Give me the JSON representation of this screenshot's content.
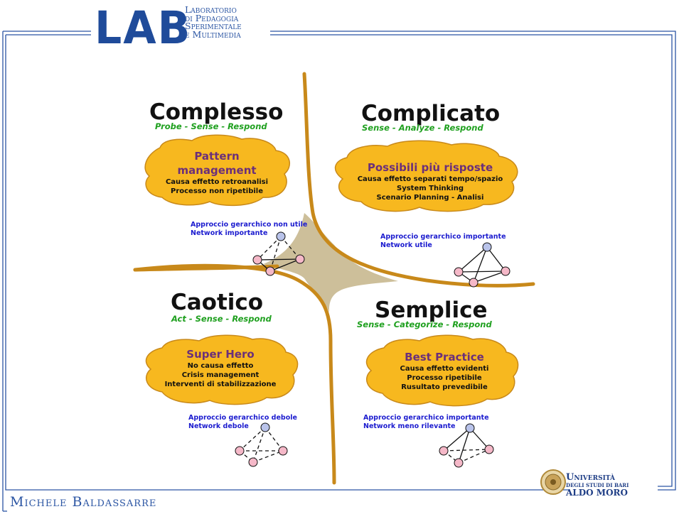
{
  "header": {
    "logo_text": "LAB",
    "subtitle_lines": [
      "Laboratorio",
      "di Pedagogia",
      "Sperimentale",
      "e Multimedia"
    ]
  },
  "footer": {
    "author": "Michele Baldassarre",
    "university": [
      "Università",
      "degli studi di Bari",
      "Aldo Moro"
    ]
  },
  "quadrants": {
    "complesso": {
      "title": "Complesso",
      "approach": "Probe - Sense  - Respond",
      "cloud_title": [
        "Pattern",
        "management"
      ],
      "cloud_lines": [
        "Causa effetto retroanalisi",
        "Processo non ripetibile"
      ],
      "network": [
        "Approccio gerarchico non utile",
        "Network importante"
      ]
    },
    "complicato": {
      "title": "Complicato",
      "approach": "Sense - Analyze  - Respond",
      "cloud_title": [
        "Possibili più risposte"
      ],
      "cloud_lines": [
        "Causa effetto separati tempo/spazio",
        "System Thinking",
        "Scenario Planning - Analisi"
      ],
      "network": [
        "Approccio gerarchico importante",
        "Network utile"
      ]
    },
    "caotico": {
      "title": "Caotico",
      "approach": "Act - Sense  - Respond",
      "cloud_title": [
        "Super Hero"
      ],
      "cloud_lines": [
        "No causa effetto",
        "Crisis management",
        "Interventi di stabilizzazione"
      ],
      "network": [
        "Approccio gerarchico  debole",
        "Network debole"
      ]
    },
    "semplice": {
      "title": "Semplice",
      "approach": "Sense - Categorize  - Respond",
      "cloud_title": [
        "Best Practice"
      ],
      "cloud_lines": [
        "Causa effetto evidenti",
        "Processo ripetibile",
        "Rusultato prevedibile"
      ],
      "network": [
        "Approccio gerarchico importante",
        "Network meno rilevante"
      ]
    }
  },
  "colors": {
    "frame": "#2b55a3",
    "curve": "#c8891a",
    "center_fill": "#cdbf9a",
    "cloud_fill": "#f7b81f",
    "node_top": "#b9c3ea",
    "node": "#f5b8c8",
    "approach_text": "#1fa01f",
    "network_text": "#1c1ccf"
  }
}
